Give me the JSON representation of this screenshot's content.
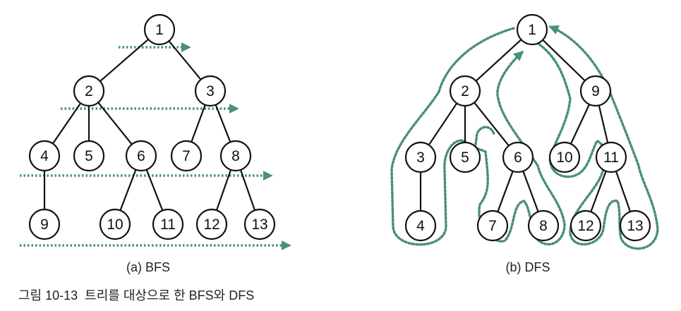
{
  "colors": {
    "node_stroke": "#111111",
    "traversal": "#4a8f7a",
    "text": "#222222"
  },
  "bfs": {
    "caption": "(a) BFS",
    "nodes": [
      {
        "id": "1",
        "label": "1"
      },
      {
        "id": "2",
        "label": "2"
      },
      {
        "id": "3",
        "label": "3"
      },
      {
        "id": "4",
        "label": "4"
      },
      {
        "id": "5",
        "label": "5"
      },
      {
        "id": "6",
        "label": "6"
      },
      {
        "id": "7",
        "label": "7"
      },
      {
        "id": "8",
        "label": "8"
      },
      {
        "id": "9",
        "label": "9"
      },
      {
        "id": "10",
        "label": "10"
      },
      {
        "id": "11",
        "label": "11"
      },
      {
        "id": "12",
        "label": "12"
      },
      {
        "id": "13",
        "label": "13"
      }
    ],
    "edges": [
      [
        "1",
        "2"
      ],
      [
        "1",
        "3"
      ],
      [
        "2",
        "4"
      ],
      [
        "2",
        "5"
      ],
      [
        "2",
        "6"
      ],
      [
        "3",
        "7"
      ],
      [
        "3",
        "8"
      ],
      [
        "4",
        "9"
      ],
      [
        "6",
        "10"
      ],
      [
        "6",
        "11"
      ],
      [
        "8",
        "12"
      ],
      [
        "8",
        "13"
      ]
    ]
  },
  "dfs": {
    "caption": "(b) DFS",
    "nodes": [
      {
        "id": "1",
        "label": "1"
      },
      {
        "id": "2",
        "label": "2"
      },
      {
        "id": "9",
        "label": "9"
      },
      {
        "id": "3",
        "label": "3"
      },
      {
        "id": "5",
        "label": "5"
      },
      {
        "id": "6",
        "label": "6"
      },
      {
        "id": "10",
        "label": "10"
      },
      {
        "id": "11",
        "label": "11"
      },
      {
        "id": "4",
        "label": "4"
      },
      {
        "id": "7",
        "label": "7"
      },
      {
        "id": "8",
        "label": "8"
      },
      {
        "id": "12",
        "label": "12"
      },
      {
        "id": "13",
        "label": "13"
      }
    ],
    "edges": [
      [
        "1",
        "2"
      ],
      [
        "1",
        "9"
      ],
      [
        "2",
        "3"
      ],
      [
        "2",
        "5"
      ],
      [
        "2",
        "6"
      ],
      [
        "9",
        "10"
      ],
      [
        "9",
        "11"
      ],
      [
        "3",
        "4"
      ],
      [
        "6",
        "7"
      ],
      [
        "6",
        "8"
      ],
      [
        "11",
        "12"
      ],
      [
        "11",
        "13"
      ]
    ]
  },
  "figure_caption": "그림 10-13  트리를 대상으로 한 BFS와 DFS"
}
